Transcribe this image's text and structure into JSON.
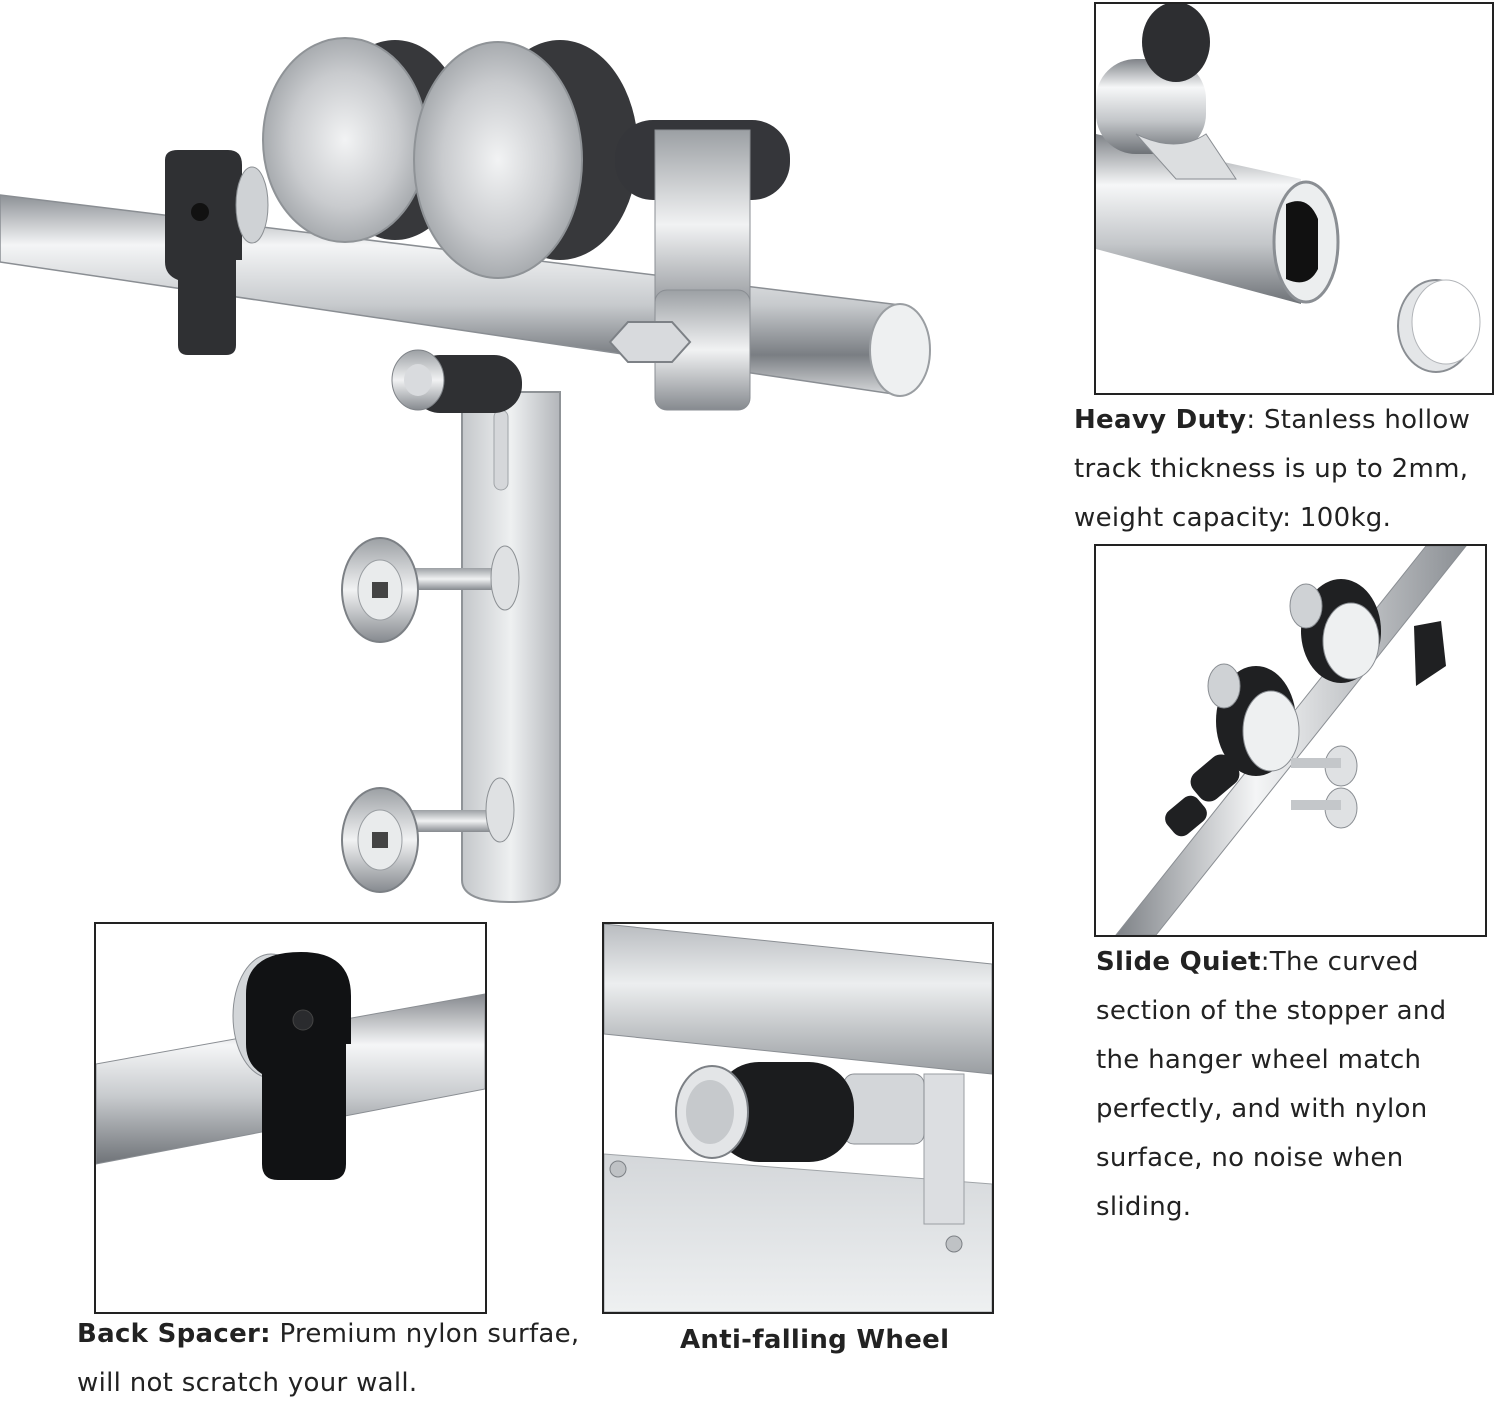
{
  "captions": {
    "heavy_duty": {
      "heading": "Heavy Duty",
      "text_line1": ": Stanless hollow",
      "text_line2": "track thickness is up to 2mm,",
      "text_line3": "weight capacity: 100kg."
    },
    "slide_quiet": {
      "heading": "Slide Quiet",
      "text_line1": ":The curved",
      "text_line2": "section of the stopper and",
      "text_line3": "the hanger wheel match",
      "text_line4": "perfectly, and with nylon",
      "text_line5": "surface, no noise when",
      "text_line6": "sliding."
    },
    "back_spacer": {
      "heading": "Back Spacer:",
      "text_line1": " Premium nylon surfae,",
      "text_line2": "will not scratch your wall."
    },
    "anti_falling": {
      "heading": "Anti-falling Wheel"
    }
  },
  "colors": {
    "steel_light": "#e6e8ea",
    "steel_mid": "#b9bcc0",
    "steel_dark": "#6c7075",
    "nylon_black": "#2a2a2c",
    "frame_border": "#222222"
  }
}
